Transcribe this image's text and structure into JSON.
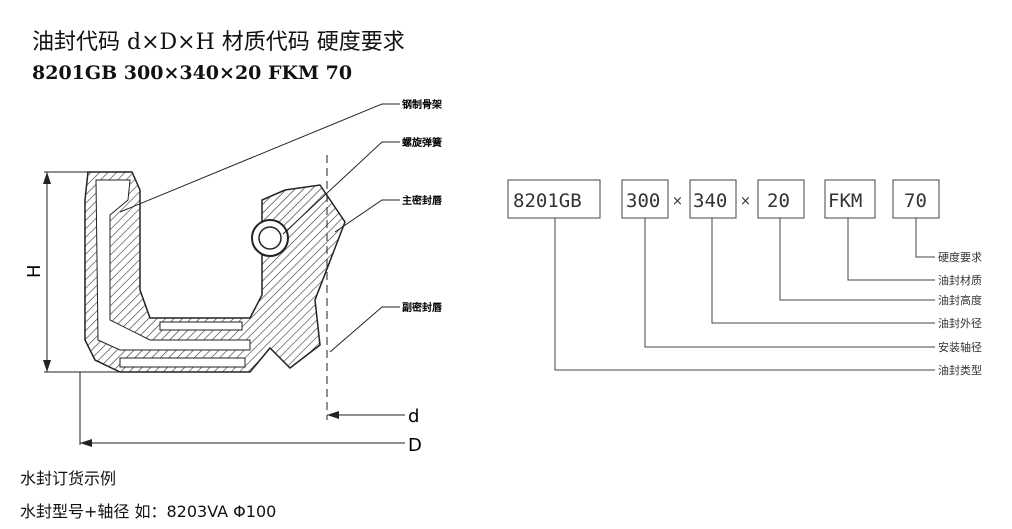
{
  "heading": {
    "line1": "油封代码 d×D×H 材质代码 硬度要求",
    "line2": "8201GB 300×340×20 FKM 70"
  },
  "seal_diagram": {
    "callouts": [
      "钢制骨架",
      "螺旋弹簧",
      "主密封唇",
      "副密封唇"
    ],
    "dimensions": {
      "height": "H",
      "inner": "d",
      "outer": "D"
    }
  },
  "code_diagram": {
    "boxes": [
      "8201GB",
      "300",
      "340",
      "20",
      "FKM",
      "70"
    ],
    "separator": "×",
    "labels": [
      "硬度要求",
      "油封材质",
      "油封高度",
      "油封外径",
      "安装轴径",
      "油封类型"
    ]
  },
  "footer": {
    "line1": "水封订货示例",
    "line2": "水封型号+轴径 如：8203VA Φ100"
  }
}
